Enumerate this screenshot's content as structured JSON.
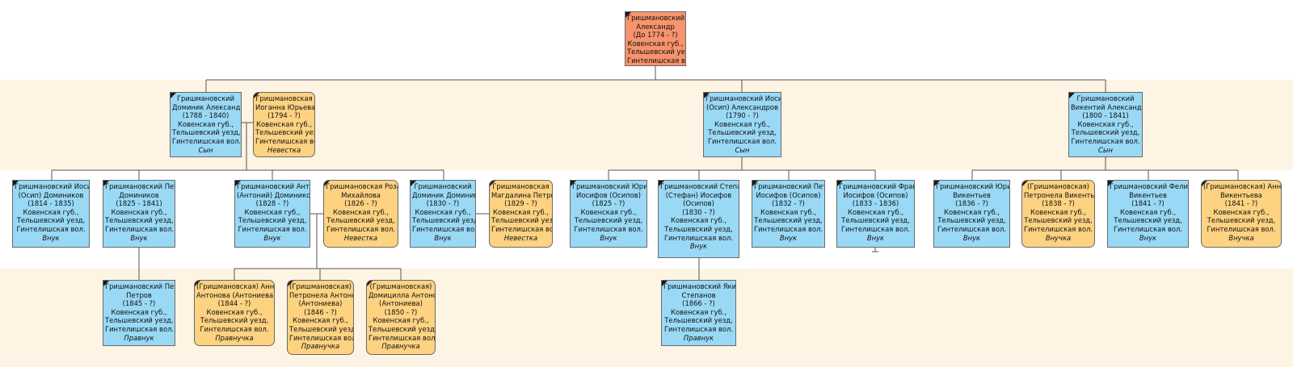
{
  "nodes": [
    {
      "id": "root",
      "sex": "root",
      "lines": [
        "Гришмановский",
        "Александр",
        "(До 1774 - ?)",
        "Ковенская губ.,",
        "Тельшевский уезд,",
        "Гинтелишская вол."
      ],
      "relation": ""
    },
    {
      "id": "dominik",
      "sex": "m",
      "lines": [
        "Гришмановский",
        "Доминик Александров",
        "(1788 - 1840)",
        "Ковенская губ.,",
        "Тельшевский уезд,",
        "Гинтелишская вол."
      ],
      "relation": "Сын"
    },
    {
      "id": "ioganna",
      "sex": "f",
      "lines": [
        "Гришмановская",
        "Иоганна Юрьева",
        "(1794 - ?)",
        "Ковенская губ.,",
        "Тельшевский уезд,",
        "Гинтелишская вол."
      ],
      "relation": "Невестка"
    },
    {
      "id": "iosif",
      "sex": "m",
      "lines": [
        "Гришмановский Иосиф",
        "(Осип) Александров",
        "(1790 - ?)",
        "Ковенская губ.,",
        "Тельшевский уезд,",
        "Гинтелишская вол."
      ],
      "relation": "Сын"
    },
    {
      "id": "vikentiy",
      "sex": "m",
      "lines": [
        "Гришмановский",
        "Викентий Александров",
        "(1800 - 1841)",
        "Ковенская губ.,",
        "Тельшевский уезд,",
        "Гинтелишская вол."
      ],
      "relation": "Сын"
    },
    {
      "id": "iosif_d",
      "sex": "m",
      "lines": [
        "Гришмановский Иосиф",
        "(Осип) Домиников",
        "(1814 - 1835)",
        "Ковенская губ.,",
        "Тельшевский уезд,",
        "Гинтелишская вол."
      ],
      "relation": "Внук"
    },
    {
      "id": "petr_d",
      "sex": "m",
      "lines": [
        "Гришмановский Петр",
        "Домиников",
        "(1825 - 1841)",
        "Ковенская губ.,",
        "Тельшевский уезд,",
        "Гинтелишская вол."
      ],
      "relation": "Внук"
    },
    {
      "id": "anton",
      "sex": "m",
      "lines": [
        "Гришмановский Антон",
        "(Антоний) Домиников",
        "(1828 - ?)",
        "Ковенская губ.,",
        "Тельшевский уезд,",
        "Гинтелишская вол."
      ],
      "relation": "Внук"
    },
    {
      "id": "roza",
      "sex": "f",
      "lines": [
        "Гришмановская Роза",
        "Михайлова",
        "(1826 - ?)",
        "Ковенская губ.,",
        "Тельшевский уезд,",
        "Гинтелишская вол."
      ],
      "relation": "Невестка"
    },
    {
      "id": "dominik_d",
      "sex": "m",
      "lines": [
        "Гришмановский",
        "Доминик Домиников",
        "(1830 - ?)",
        "Ковенская губ.,",
        "Тельшевский уезд,",
        "Гинтелишская вол."
      ],
      "relation": "Внук"
    },
    {
      "id": "magdalina",
      "sex": "f",
      "lines": [
        "Гришмановская",
        "Магдалина Петрова",
        "(1829 - ?)",
        "Ковенская губ.,",
        "Тельшевский уезд,",
        "Гинтелишская вол."
      ],
      "relation": "Невестка"
    },
    {
      "id": "yuriy_o",
      "sex": "m",
      "lines": [
        "Гришмановский Юрий",
        "Иосифов (Осипов)",
        "(1825 - ?)",
        "Ковенская губ.,",
        "Тельшевский уезд,",
        "Гинтелишская вол."
      ],
      "relation": "Внук"
    },
    {
      "id": "stepan",
      "sex": "m",
      "lines": [
        "Гришмановский Степан",
        "(Стефан) Иосифов",
        "(Осипов)",
        "(1830 - ?)",
        "Ковенская губ.,",
        "Тельшевский уезд,",
        "Гинтелишская вол."
      ],
      "relation": "Внук"
    },
    {
      "id": "petr_o",
      "sex": "m",
      "lines": [
        "Гришмановский Петр",
        "Иосифов (Осипов)",
        "(1832 - ?)",
        "Ковенская губ.,",
        "Тельшевский уезд,",
        "Гинтелишская вол."
      ],
      "relation": "Внук"
    },
    {
      "id": "franc",
      "sex": "m",
      "lines": [
        "Гришмановский Франц",
        "Иосифов (Осипов)",
        "(1833 - 1836)",
        "Ковенская губ.,",
        "Тельшевский уезд,",
        "Гинтелишская вол."
      ],
      "relation": "Внук"
    },
    {
      "id": "yuriy_v",
      "sex": "m",
      "lines": [
        "Гришмановский Юрий",
        "Викентьев",
        "(1836 - ?)",
        "Ковенская губ.,",
        "Тельшевский уезд,",
        "Гинтелишская вол."
      ],
      "relation": "Внук"
    },
    {
      "id": "petronela_v",
      "sex": "f",
      "lines": [
        "(Гришмановская)",
        "Петронела Викентьева",
        "(1838 - ?)",
        "Ковенская губ.,",
        "Тельшевский уезд,",
        "Гинтелишская вол."
      ],
      "relation": "Внучка"
    },
    {
      "id": "feliks",
      "sex": "m",
      "lines": [
        "Гришмановский Феликс",
        "Викентьев",
        "(1841 - ?)",
        "Ковенская губ.,",
        "Тельшевский уезд,",
        "Гинтелишская вол."
      ],
      "relation": "Внук"
    },
    {
      "id": "anna_v",
      "sex": "f",
      "lines": [
        "(Гришмановская) Анна",
        "Викентьева",
        "(1841 - ?)",
        "Ковенская губ.,",
        "Тельшевский уезд,",
        "Гинтелишская вол."
      ],
      "relation": "Внучка"
    },
    {
      "id": "petr_p",
      "sex": "m",
      "lines": [
        "Гришмановский Петр",
        "Петров",
        "(1845 - ?)",
        "Ковенская губ.,",
        "Тельшевский уезд,",
        "Гинтелишская вол."
      ],
      "relation": "Правнук"
    },
    {
      "id": "anna_a",
      "sex": "f",
      "lines": [
        "(Гришмановская) Анна",
        "Антонова (Антониева)",
        "(1844 - ?)",
        "Ковенская губ.,",
        "Тельшевский уезд,",
        "Гинтелишская вол."
      ],
      "relation": "Правнучка"
    },
    {
      "id": "petronela_a",
      "sex": "f",
      "lines": [
        "(Гришмановская)",
        "Петронела Антонова",
        "(Антониева)",
        "(1846 - ?)",
        "Ковенская губ.,",
        "Тельшевский уезд,",
        "Гинтелишская вол."
      ],
      "relation": "Правнучка"
    },
    {
      "id": "domicilla",
      "sex": "f",
      "lines": [
        "(Гришмановская)",
        "Домицилла Антонова",
        "(Антониева)",
        "(1850 - ?)",
        "Ковенская губ.,",
        "Тельшевский уезд,",
        "Гинтелишская вол."
      ],
      "relation": "Правнучка"
    },
    {
      "id": "yakim",
      "sex": "m",
      "lines": [
        "Гришмановский Яким",
        "Степанов",
        "(1866 - ?)",
        "Ковенская губ.,",
        "Тельшевский уезд,",
        "Гинтелишская вол."
      ],
      "relation": "Правнук"
    }
  ]
}
